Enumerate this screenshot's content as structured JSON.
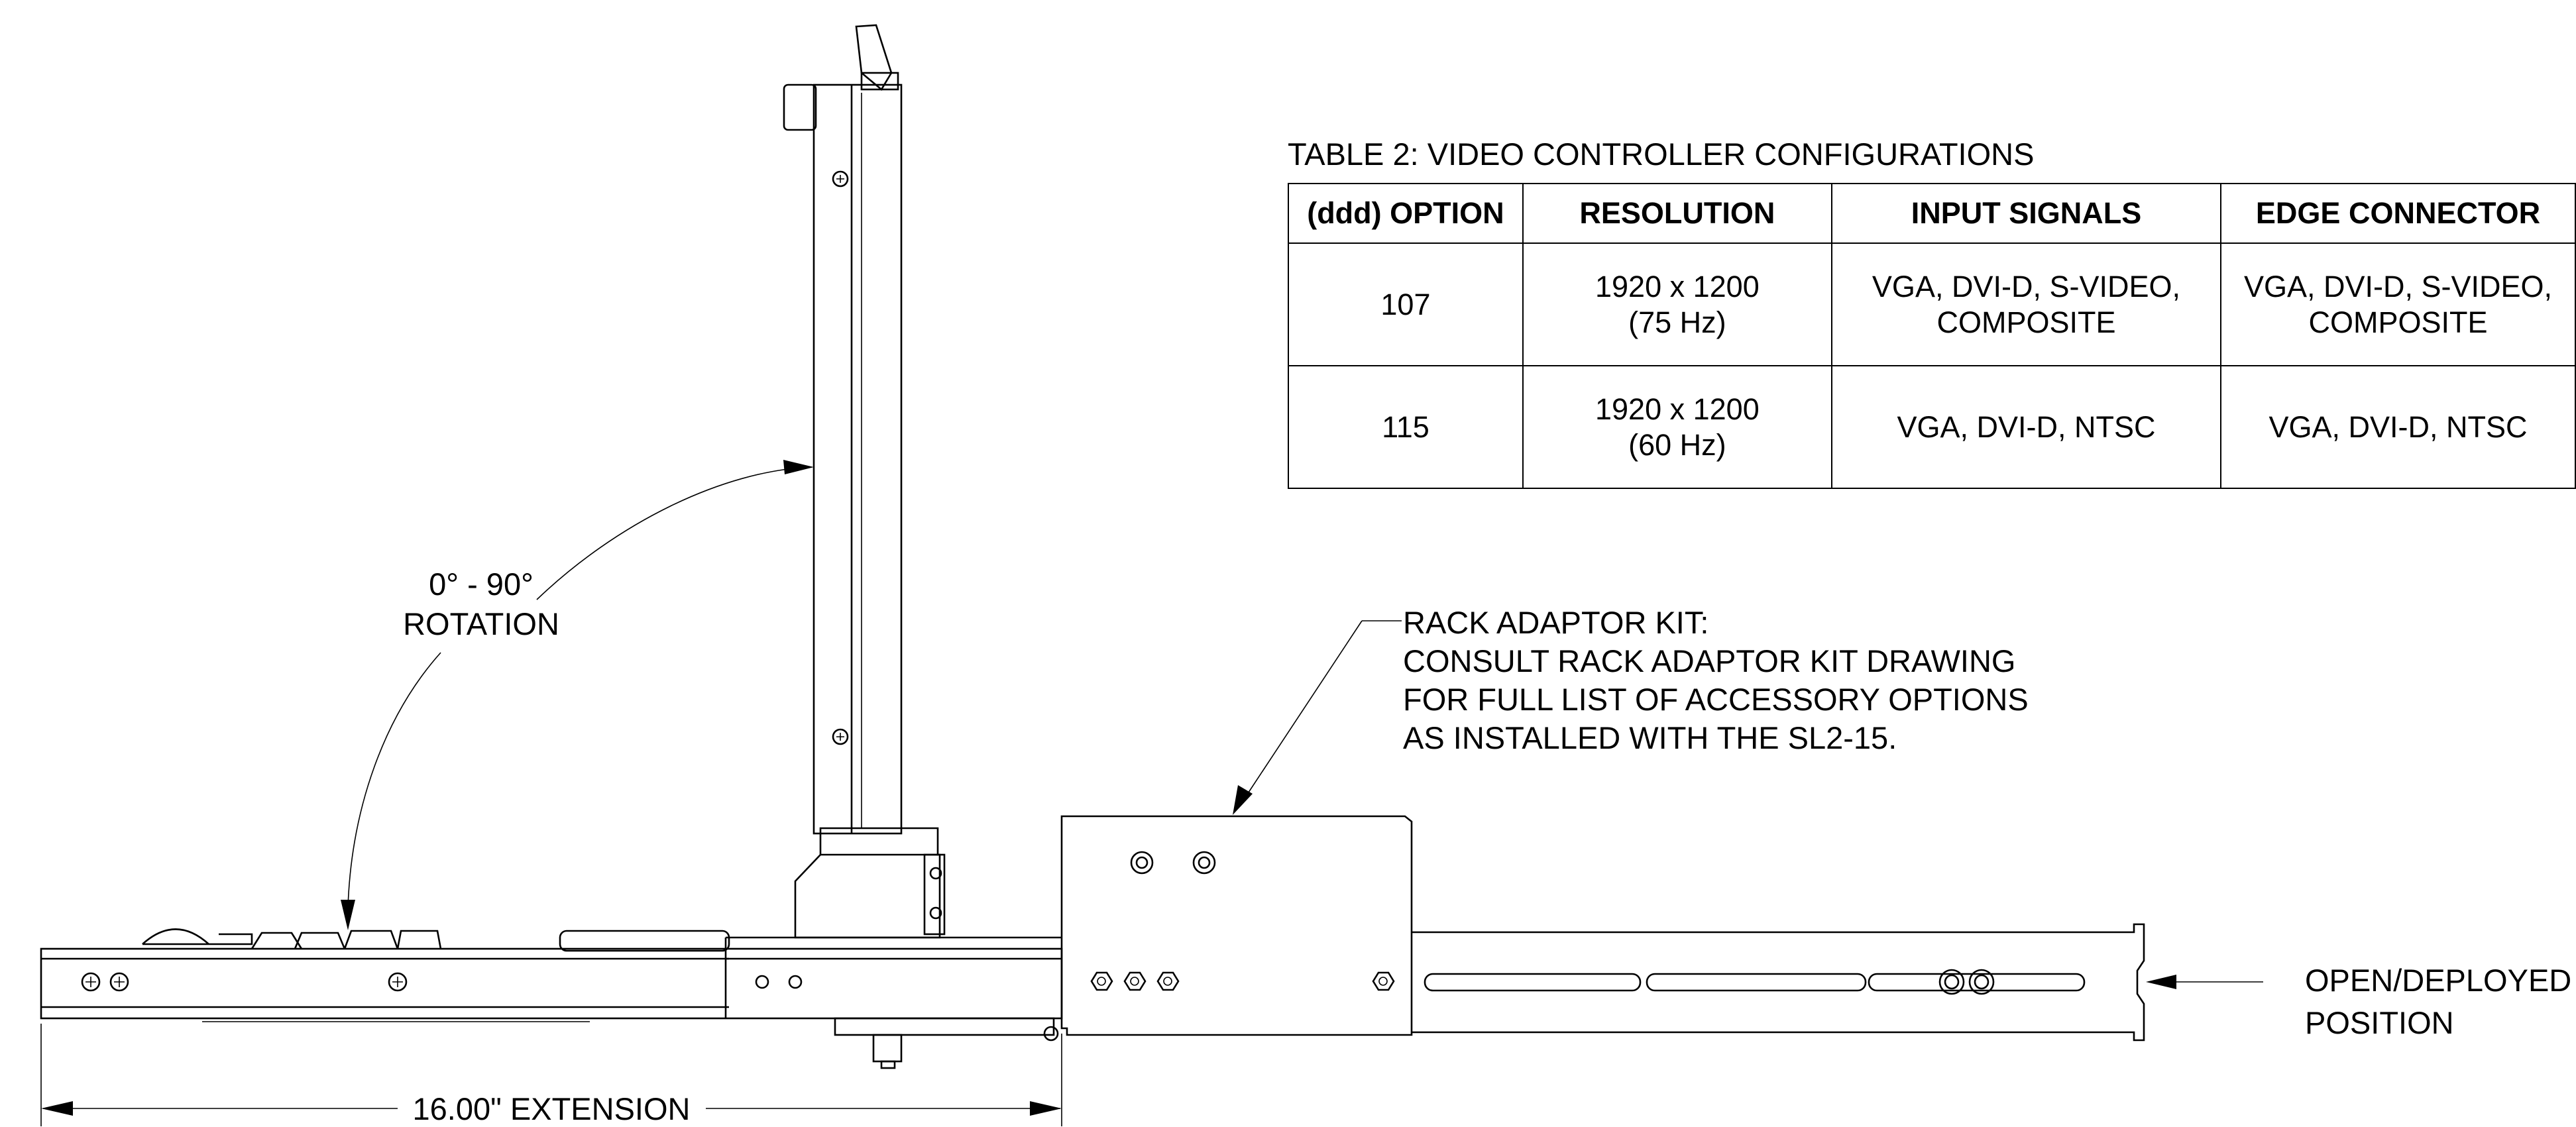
{
  "table": {
    "caption": "TABLE 2: VIDEO CONTROLLER CONFIGURATIONS",
    "headers": [
      "(ddd) OPTION",
      "RESOLUTION",
      "INPUT SIGNALS",
      "EDGE CONNECTOR"
    ],
    "rows": [
      {
        "option": "107",
        "resolution_1": "1920 x 1200",
        "resolution_2": "(75 Hz)",
        "inputs_1": "VGA, DVI-D, S-VIDEO,",
        "inputs_2": "COMPOSITE",
        "edge_1": "VGA, DVI-D, S-VIDEO,",
        "edge_2": "COMPOSITE"
      },
      {
        "option": "115",
        "resolution_1": "1920 x 1200",
        "resolution_2": "(60 Hz)",
        "inputs_1": "VGA, DVI-D, NTSC",
        "inputs_2": "",
        "edge_1": "VGA, DVI-D, NTSC",
        "edge_2": ""
      }
    ]
  },
  "callouts": {
    "rotation_line1": "0° - 90°",
    "rotation_line2": "ROTATION",
    "rack_kit_line1": "RACK ADAPTOR KIT:",
    "rack_kit_line2": "CONSULT RACK ADAPTOR KIT DRAWING",
    "rack_kit_line3": "FOR FULL LIST OF ACCESSORY OPTIONS",
    "rack_kit_line4": "AS INSTALLED WITH THE SL2-15.",
    "deployed_line1": "OPEN/DEPLOYED",
    "deployed_line2": "POSITION",
    "extension": "16.00\" EXTENSION"
  }
}
